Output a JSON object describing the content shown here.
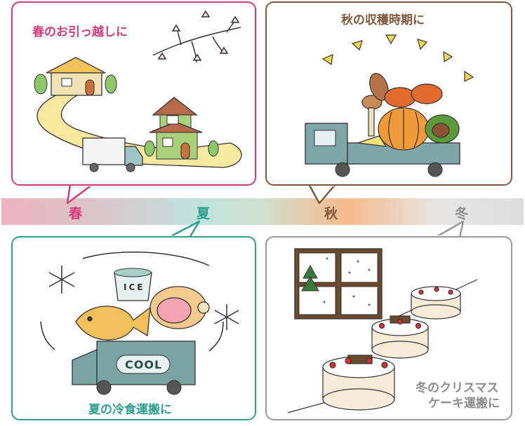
{
  "panels": {
    "spring": {
      "caption": "春のお引っ越しに"
    },
    "autumn": {
      "caption": "秋の収穫時期に"
    },
    "summer": {
      "caption": "夏の冷食運搬に"
    },
    "winter": {
      "caption_line1": "冬のクリスマス",
      "caption_line2": "ケーキ運搬に"
    }
  },
  "illustration_text": {
    "ice": "ICE",
    "cool": "COOL"
  },
  "seasons": [
    {
      "label": "春",
      "color": "#d53a78"
    },
    {
      "label": "夏",
      "color": "#2f9e92"
    },
    {
      "label": "秋",
      "color": "#7e5a3a"
    },
    {
      "label": "冬",
      "color": "#8c8c8c"
    }
  ],
  "colors": {
    "spring": "#d53a78",
    "summer": "#2f9e92",
    "autumn": "#7e5a3a",
    "winter": "#9a9a9a"
  }
}
